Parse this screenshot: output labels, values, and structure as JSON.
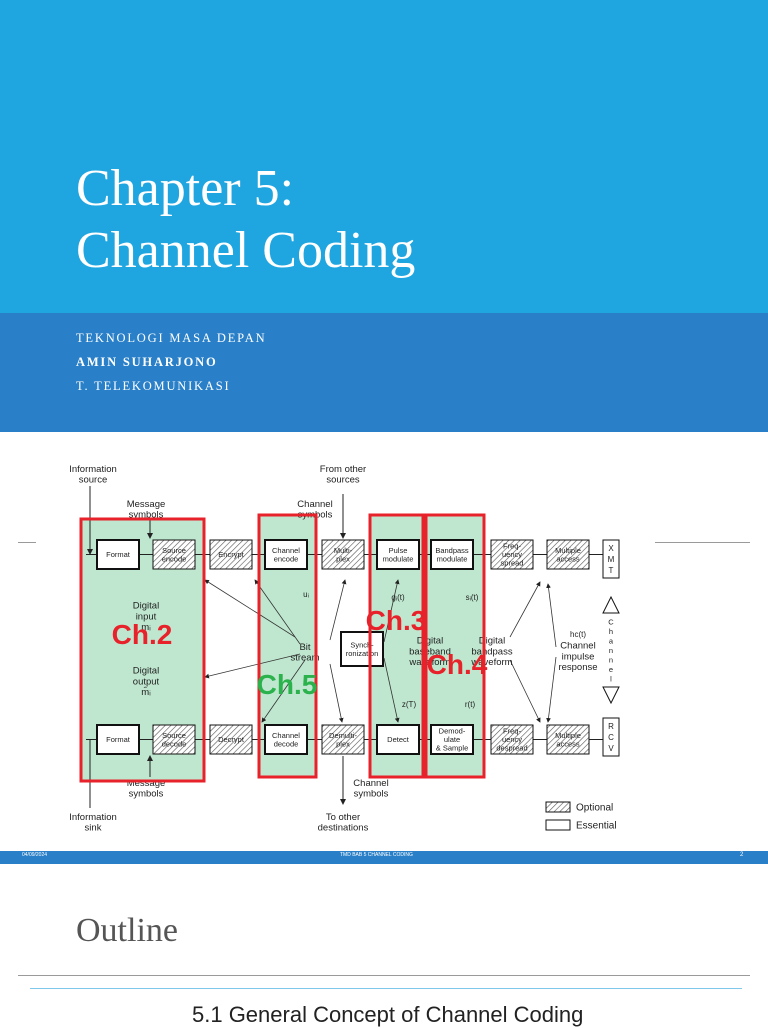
{
  "slide1": {
    "title_line1": "Chapter 5:",
    "title_line2": "Channel Coding",
    "subtitle_lines": [
      "TEKNOLOGI MASA DEPAN",
      "AMIN SUHARJONO",
      "T. TELEKOMUNIKASI"
    ],
    "colors": {
      "title_band": "#1fa6e0",
      "subtitle_band": "#2a80c8"
    }
  },
  "slide2": {
    "footer": {
      "date": "04/09/2024",
      "center": "TMD BAB 5 CHANNEL CODING",
      "page": "2"
    },
    "diagram": {
      "top_blocks": [
        {
          "label": "Format",
          "optional": false
        },
        {
          "label": "Source\nencode",
          "optional": true
        },
        {
          "label": "Encrypt",
          "optional": true
        },
        {
          "label": "Channel\nencode",
          "optional": false
        },
        {
          "label": "Multi-\nplex",
          "optional": true
        },
        {
          "label": "Pulse\nmodulate",
          "optional": false
        },
        {
          "label": "Bandpass\nmodulate",
          "optional": false
        },
        {
          "label": "Freq-\nuency\nspread",
          "optional": true
        },
        {
          "label": "Multiple\naccess",
          "optional": true
        }
      ],
      "bottom_blocks": [
        {
          "label": "Format",
          "optional": false
        },
        {
          "label": "Source\ndecode",
          "optional": true
        },
        {
          "label": "Decrypt",
          "optional": true
        },
        {
          "label": "Channel\ndecode",
          "optional": false
        },
        {
          "label": "Demulti-\nplex",
          "optional": true
        },
        {
          "label": "Detect",
          "optional": false
        },
        {
          "label": "Demod-\nulate\n& Sample",
          "optional": false
        },
        {
          "label": "Freq-\nuency\ndespread",
          "optional": true
        },
        {
          "label": "Multiple\naccess",
          "optional": true
        }
      ],
      "sync_block": "Synch-\nronization",
      "xmt": [
        "X",
        "M",
        "T"
      ],
      "rcv": [
        "R",
        "C",
        "V"
      ],
      "channel_letters": [
        "C",
        "h",
        "a",
        "n",
        "n",
        "e",
        "l"
      ],
      "labels": {
        "info_source": "Information\nsource",
        "info_sink": "Information\nsink",
        "msg_symbols_top": "Message\nsymbols",
        "msg_symbols_bottom": "Message\nsymbols",
        "from_other_sources": "From other\nsources",
        "to_other_dest": "To other\ndestinations",
        "channel_symbols_top": "Channel\nsymbols",
        "channel_symbols_bottom": "Channel\nsymbols",
        "digital_input": "Digital\ninput\nmᵢ",
        "digital_output": "Digital\noutput\nm̂ᵢ",
        "bit_stream": "Bit\nstream",
        "digital_baseband": "Digital\nbaseband\nwaveform",
        "digital_bandpass": "Digital\nbandpass\nwaveform",
        "channel_impulse": "Channel\nimpulse\nresponse",
        "u_i": "uᵢ",
        "g_i": "gᵢ(t)",
        "s_i": "sᵢ(t)",
        "h_c": "hᴄ(t)",
        "z_T": "z(T)",
        "r_t": "r(t)"
      },
      "legend": {
        "optional": "Optional",
        "essential": "Essential"
      },
      "chapter_marks": [
        {
          "label": "Ch.2",
          "color": "#e8222a"
        },
        {
          "label": "Ch.5",
          "color": "#2bb24c"
        },
        {
          "label": "Ch.3",
          "color": "#e8222a"
        },
        {
          "label": "Ch.4",
          "color": "#e8222a"
        }
      ]
    }
  },
  "slide3": {
    "heading": "Outline",
    "first_item": "5.1 General Concept of Channel Coding"
  }
}
